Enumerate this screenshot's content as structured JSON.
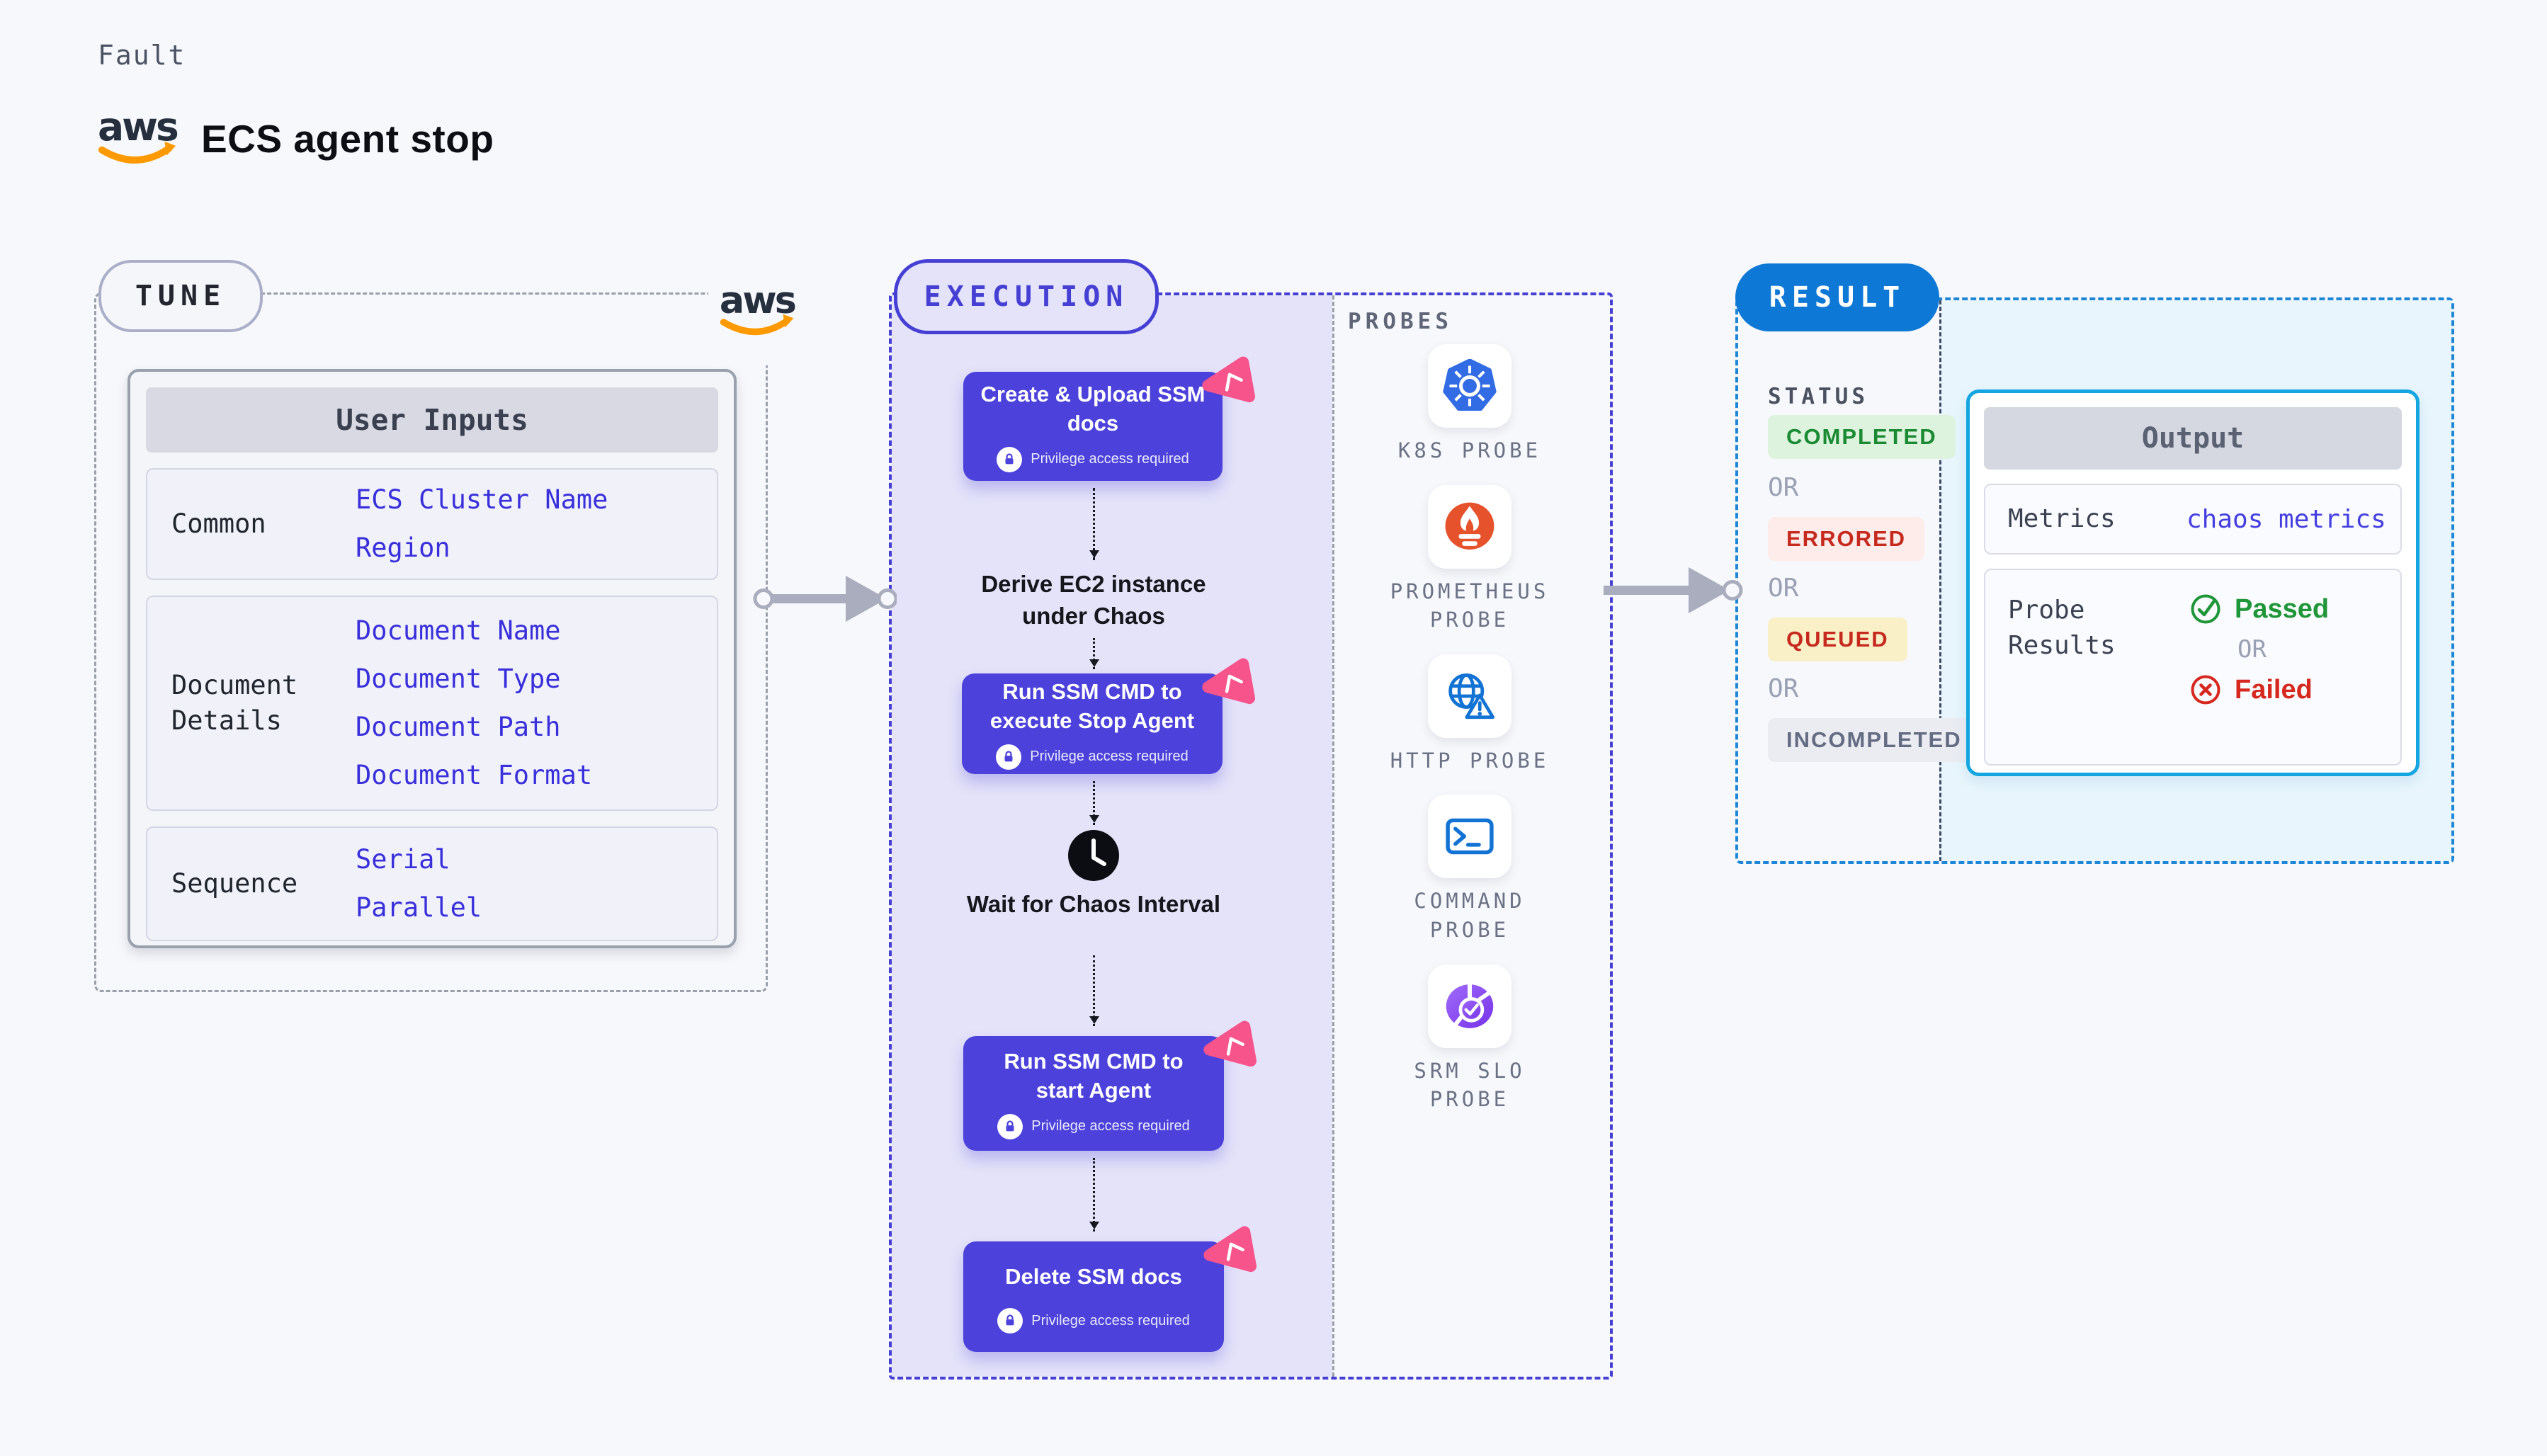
{
  "header": {
    "eyebrow": "Fault",
    "logo_text": "aws",
    "title": "ECS agent stop"
  },
  "tune": {
    "pill": "TUNE",
    "logo_text": "aws",
    "user_inputs": {
      "title": "User Inputs",
      "rows": [
        {
          "label": "Common",
          "values": [
            "ECS Cluster Name",
            "Region"
          ]
        },
        {
          "label": "Document Details",
          "values": [
            "Document Name",
            "Document Type",
            "Document Path",
            "Document Format"
          ]
        },
        {
          "label": "Sequence",
          "values": [
            "Serial",
            "Parallel"
          ]
        }
      ]
    }
  },
  "execution": {
    "pill": "EXECUTION",
    "privilege_note": "Privilege access required",
    "steps": {
      "create_upload": "Create & Upload SSM docs",
      "derive": "Derive EC2 instance under Chaos",
      "run_stop": "Run SSM CMD to execute Stop Agent",
      "wait": "Wait for Chaos Interval",
      "run_start": "Run SSM CMD to start Agent",
      "delete_docs": "Delete SSM docs"
    }
  },
  "probes": {
    "heading": "PROBES",
    "items": [
      {
        "name": "K8S PROBE",
        "icon": "kubernetes-icon"
      },
      {
        "name": "PROMETHEUS PROBE",
        "icon": "prometheus-icon"
      },
      {
        "name": "HTTP PROBE",
        "icon": "http-globe-warning-icon"
      },
      {
        "name": "COMMAND PROBE",
        "icon": "terminal-icon"
      },
      {
        "name": "SRM SLO PROBE",
        "icon": "srm-slo-donut-icon"
      }
    ]
  },
  "result": {
    "pill": "RESULT",
    "status_heading": "STATUS",
    "or_label": "OR",
    "statuses": [
      {
        "label": "COMPLETED",
        "style": "color:#1a8a33;background:#ddf3de"
      },
      {
        "label": "ERRORED",
        "style": "color:#c62a1f;background:#fdecea"
      },
      {
        "label": "QUEUED",
        "style": "color:#c62a1f;background:#faf0c8"
      },
      {
        "label": "INCOMPLETED",
        "style": "color:#646c83;background:#ebecf2"
      }
    ],
    "output": {
      "title": "Output",
      "metrics_label": "Metrics",
      "metrics_value": "chaos metrics",
      "probe_results_label": "Probe Results",
      "passed_label": "Passed",
      "or_label": "OR",
      "failed_label": "Failed"
    }
  },
  "colors": {
    "page_bg": "#f7f8fb",
    "indigo_block": "#4c42db",
    "execution_accent": "#463fd4",
    "lavender_fill": "#e4e3f9",
    "result_accent": "#0e78d6",
    "result_border": "#1e86d6",
    "result_fill": "#e8f5fc",
    "output_border": "#14a6e0",
    "link_blue": "#392fdb",
    "arrow_gray": "#a9adbd",
    "chaos_pink": "#f7548c",
    "passed_green": "#1f9638",
    "failed_red": "#d6281e",
    "aws_orange": "#ff9900",
    "aws_navy": "#252f3e"
  }
}
